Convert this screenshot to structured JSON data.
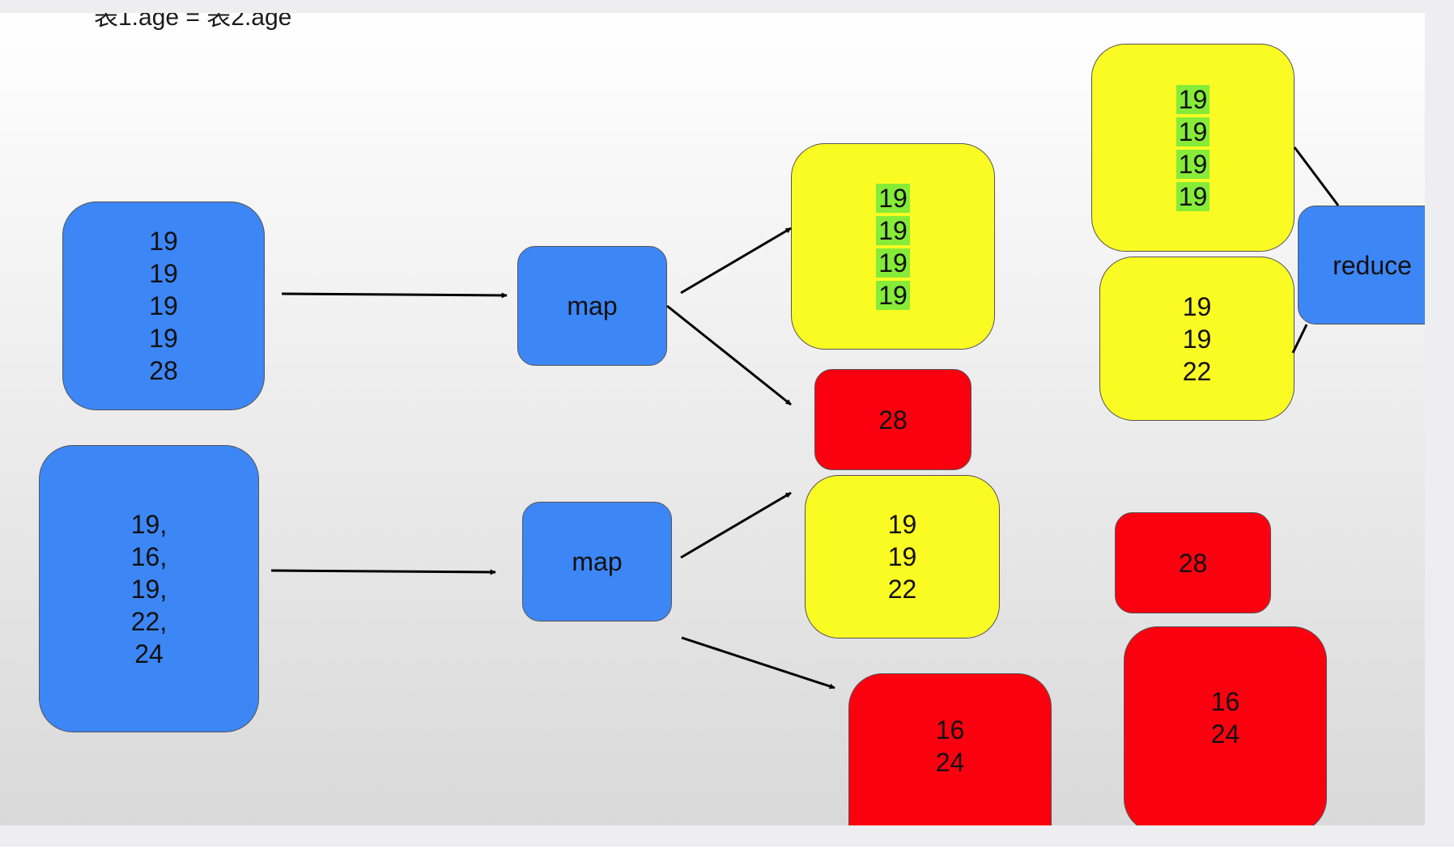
{
  "caption": "表1.age = 表2.age",
  "colors": {
    "blue": "#3d86f6",
    "yellow": "#fbfb24",
    "red": "#fb000f",
    "highlight": "#86ec38"
  },
  "inputs": [
    {
      "values": [
        "19",
        "19",
        "19",
        "19",
        "28"
      ]
    },
    {
      "values": [
        "19,",
        "16,",
        "19,",
        "22,",
        "24"
      ]
    }
  ],
  "map_nodes": [
    {
      "label": "map"
    },
    {
      "label": "map"
    }
  ],
  "map_outputs": [
    {
      "values": [
        "19",
        "19",
        "19",
        "19"
      ]
    },
    {
      "values": [
        "28"
      ]
    },
    {
      "values": [
        "19",
        "19",
        "22"
      ]
    },
    {
      "values": [
        "16",
        "24"
      ]
    }
  ],
  "grouped": [
    {
      "values": [
        "19",
        "19",
        "19",
        "19"
      ]
    },
    {
      "values": [
        "19",
        "19",
        "22"
      ]
    },
    {
      "values": [
        "28"
      ]
    },
    {
      "values": [
        "16",
        "24"
      ]
    }
  ],
  "reduce_node": {
    "label": "reduce"
  }
}
